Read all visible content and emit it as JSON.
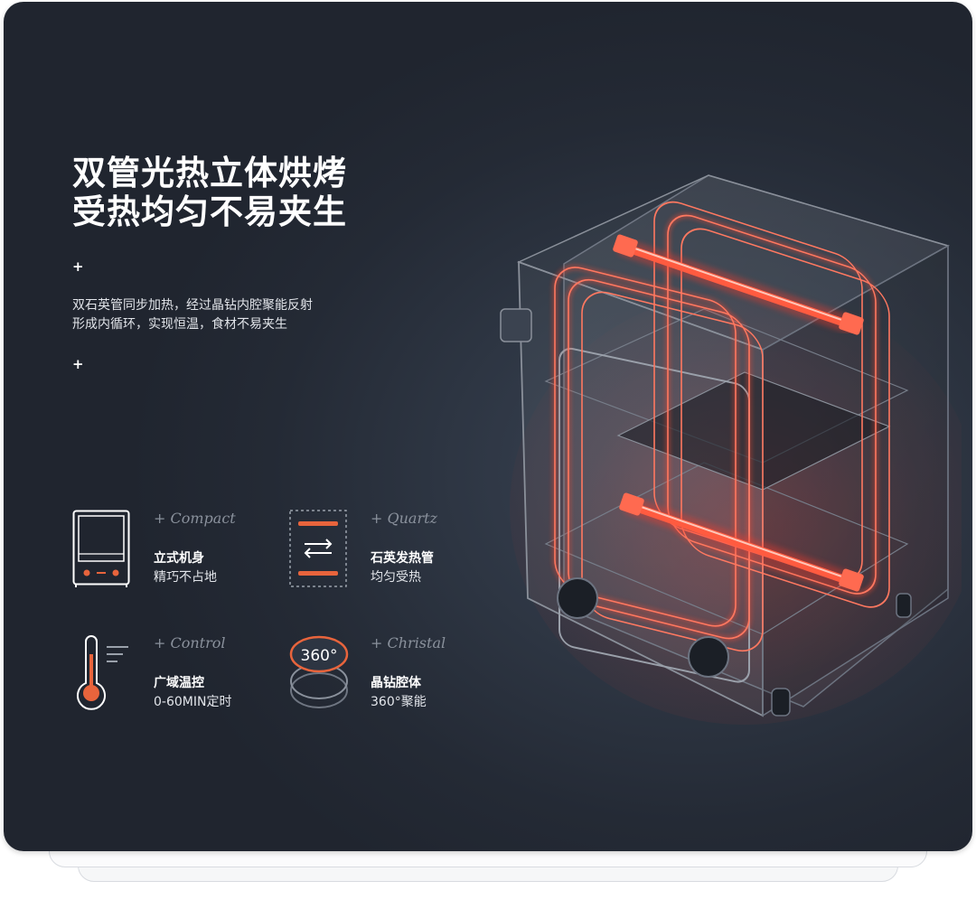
{
  "headline": {
    "line1": "双管光热立体烘烤",
    "line2": "受热均匀不易夹生"
  },
  "plus_marks": [
    "+",
    "+"
  ],
  "description": {
    "line1": "双石英管同步加热，经过晶钻内腔聚能反射",
    "line2": "形成内循环，实现恒温，食材不易夹生"
  },
  "features": [
    {
      "tag": "+ Compact",
      "title": "立式机身",
      "subtitle": "精巧不占地",
      "icon": "oven-icon"
    },
    {
      "tag": "+ Quartz",
      "title": "石英发热管",
      "subtitle": "均匀受热",
      "icon": "quartz-tube-icon"
    },
    {
      "tag": "+ Control",
      "title": "广域温控",
      "subtitle": "0-60MIN定时",
      "icon": "thermometer-icon"
    },
    {
      "tag": "+ Christal",
      "title": "晶钻腔体",
      "subtitle": "360°聚能",
      "icon": "rotation-360-icon",
      "icon_text": "360°"
    }
  ],
  "colors": {
    "background": "#2a313d",
    "accent": "#e8643c",
    "heater_red": "#ff3a2a",
    "text": "#ffffff",
    "muted": "#8a919c"
  }
}
